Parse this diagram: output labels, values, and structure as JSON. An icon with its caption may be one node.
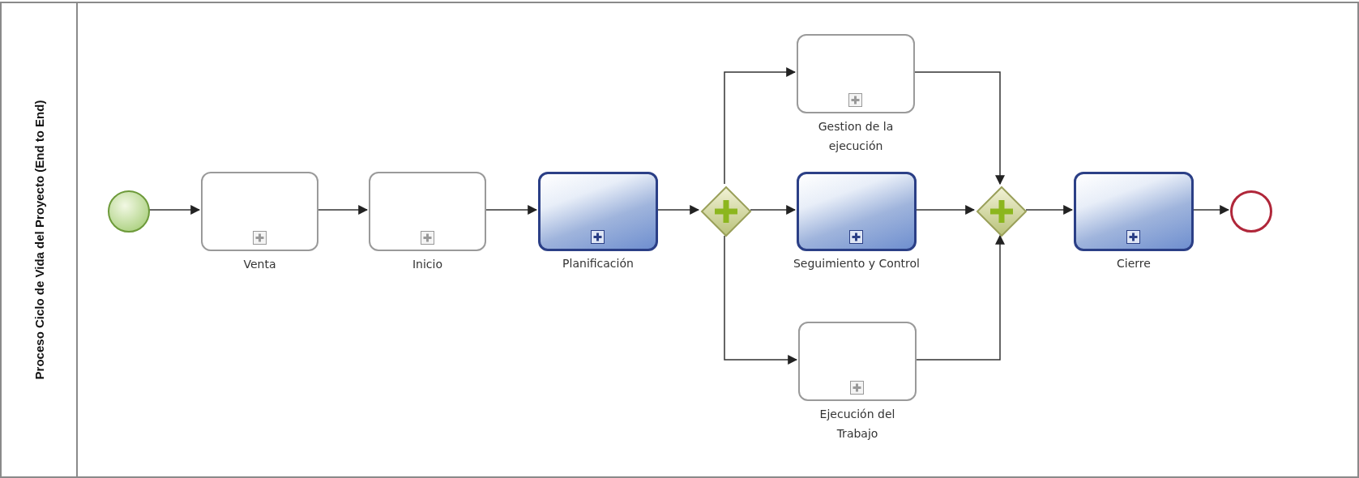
{
  "diagram": {
    "nodes": [
      {
        "text": [
          "Proceso Ciclo de Vida del Proyecto (End to End)"
        ]
      },
      {
        "text": [],
        "shape": "circle",
        "in": 0
      },
      {
        "text": [
          "Venta"
        ],
        "in": 0
      },
      {
        "text": [
          "Inicio"
        ],
        "in": 0
      },
      {
        "text": [
          "Planificación"
        ],
        "in": 0
      },
      {
        "text": [],
        "shape": "diamond",
        "in": 0
      },
      {
        "text": [
          "Gestion de la ejecución"
        ],
        "in": 0
      },
      {
        "text": [
          "Seguimiento y Control"
        ],
        "in": 0
      },
      {
        "text": [
          "Ejecución del Trabajo"
        ],
        "in": 0
      },
      {
        "text": [],
        "shape": "diamond",
        "in": 0
      },
      {
        "text": [
          "Cierre"
        ],
        "in": 0
      },
      {
        "text": [],
        "shape": "circle",
        "in": 0
      }
    ],
    "edges": [
      {
        "from": 1,
        "to": 2,
        "arrow": "to"
      },
      {
        "from": 2,
        "to": 3,
        "arrow": "to"
      },
      {
        "from": 3,
        "to": 4,
        "arrow": "to"
      },
      {
        "from": 4,
        "to": 5,
        "arrow": "to"
      },
      {
        "from": 5,
        "to": 6,
        "arrow": "to"
      },
      {
        "from": 5,
        "to": 7,
        "arrow": "to"
      },
      {
        "from": 5,
        "to": 8,
        "arrow": "to"
      },
      {
        "from": 6,
        "to": 9,
        "arrow": "to"
      },
      {
        "from": 7,
        "to": 9,
        "arrow": "to"
      },
      {
        "from": 8,
        "to": 9,
        "arrow": "to"
      },
      {
        "from": 9,
        "to": 10,
        "arrow": "to"
      },
      {
        "from": 10,
        "to": 11,
        "arrow": "to"
      }
    ]
  }
}
